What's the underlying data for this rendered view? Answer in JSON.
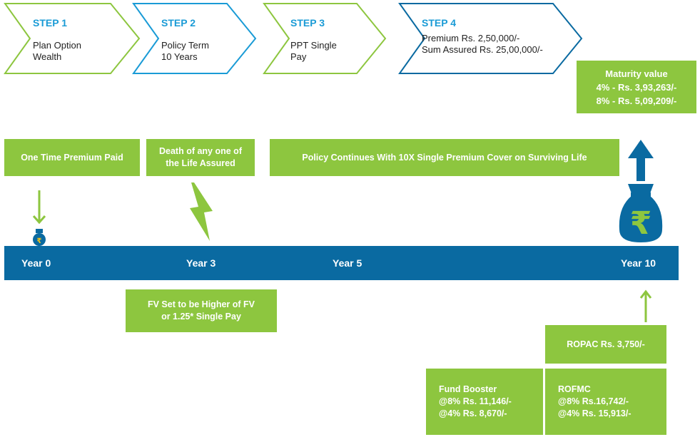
{
  "steps": [
    {
      "title": "STEP 1",
      "line1": "Plan Option",
      "line2": "Wealth"
    },
    {
      "title": "STEP 2",
      "line1": "Policy Term",
      "line2": "10 Years"
    },
    {
      "title": "STEP 3",
      "line1": "PPT Single",
      "line2": "Pay"
    },
    {
      "title": "STEP 4",
      "line1": "Premium Rs. 2,50,000/-",
      "line2": "Sum Assured Rs. 25,00,000/-"
    }
  ],
  "maturity": {
    "title": "Maturity value",
    "line1": "4% - Rs. 3,93,263/-",
    "line2": "8% - Rs. 5,09,209/-"
  },
  "events": {
    "premium_paid": "One Time Premium Paid",
    "death_line1": "Death of any one of",
    "death_line2": "the Life Assured",
    "policy_continues": "Policy Continues With 10X Single Premium Cover on Surviving Life"
  },
  "timeline": {
    "years": [
      "Year 0",
      "Year 3",
      "Year 5",
      "Year 10"
    ]
  },
  "fv_box": {
    "line1": "FV Set to be Higher of FV",
    "line2": "or 1.25* Single Pay"
  },
  "ropac": "ROPAC Rs. 3,750/-",
  "fund_booster": {
    "title": "Fund Booster",
    "line1": "@8% Rs. 11,146/-",
    "line2": "@4% Rs. 8,670/-"
  },
  "rofmc": {
    "title": "ROFMC",
    "line1": "@8% Rs.16,742/-",
    "line2": "@4% Rs. 15,913/-"
  },
  "icons": {
    "rupee": "₹",
    "bag": "money-bag-icon",
    "lightning": "lightning-icon"
  },
  "colors": {
    "green": "#8dc63f",
    "blue": "#0a6aa1",
    "step_title": "#1a9bd6",
    "step1_border": "#8dc63f",
    "step2_border": "#1a9bd6",
    "step4_border": "#0a6aa1"
  }
}
